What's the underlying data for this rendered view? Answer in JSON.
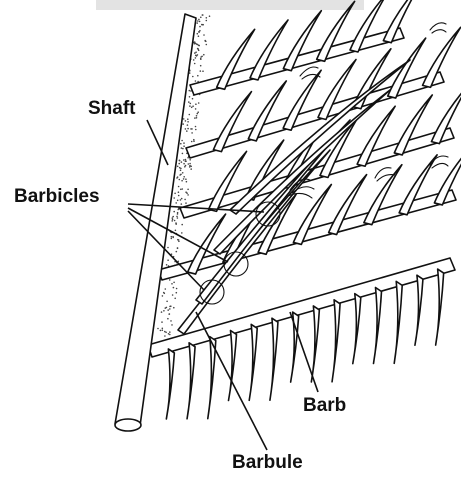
{
  "labels": {
    "shaft": "Shaft",
    "barbicles": "Barbicles",
    "barb": "Barb",
    "barbule": "Barbule"
  },
  "colors": {
    "ink": "#111111",
    "paper": "#ffffff",
    "stipple": "#444444"
  }
}
